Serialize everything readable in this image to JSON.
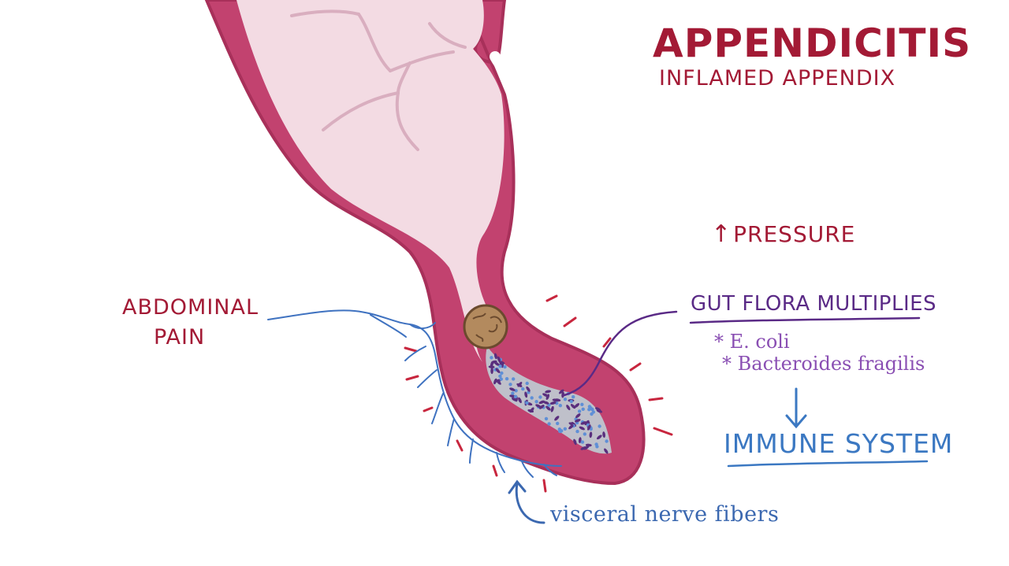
{
  "diagram": {
    "title": "APPENDICITIS",
    "subtitle": "INFLAMED APPENDIX",
    "pressure": {
      "arrow_symbol": "↑",
      "label": "PRESSURE"
    },
    "abdominal_pain": {
      "line1": "ABDOMINAL",
      "line2": "PAIN"
    },
    "gut_flora": {
      "heading": "GUT FLORA MULTIPLIES",
      "bullets": [
        "* E. coli",
        "* Bacteroides fragilis"
      ]
    },
    "immune_system": "IMMUNE SYSTEM",
    "nerve_label": "visceral nerve fibers",
    "colors": {
      "wall": "#c2426f",
      "wall_dark": "#a8305a",
      "lumen": "#f3dbe3",
      "fold": "#d9aebf",
      "fecalith": "#b38a5e",
      "fecalith_outline": "#6b4a2e",
      "bacteria_fill": "#bfc7cf",
      "bacteria_purple": "#5a2e7d",
      "bacteria_blue": "#5f8fd6",
      "nerve": "#3f72c0",
      "red_text": "#a31a35",
      "purple_text": "#5a2a86",
      "blue_text": "#3b78c2"
    }
  }
}
